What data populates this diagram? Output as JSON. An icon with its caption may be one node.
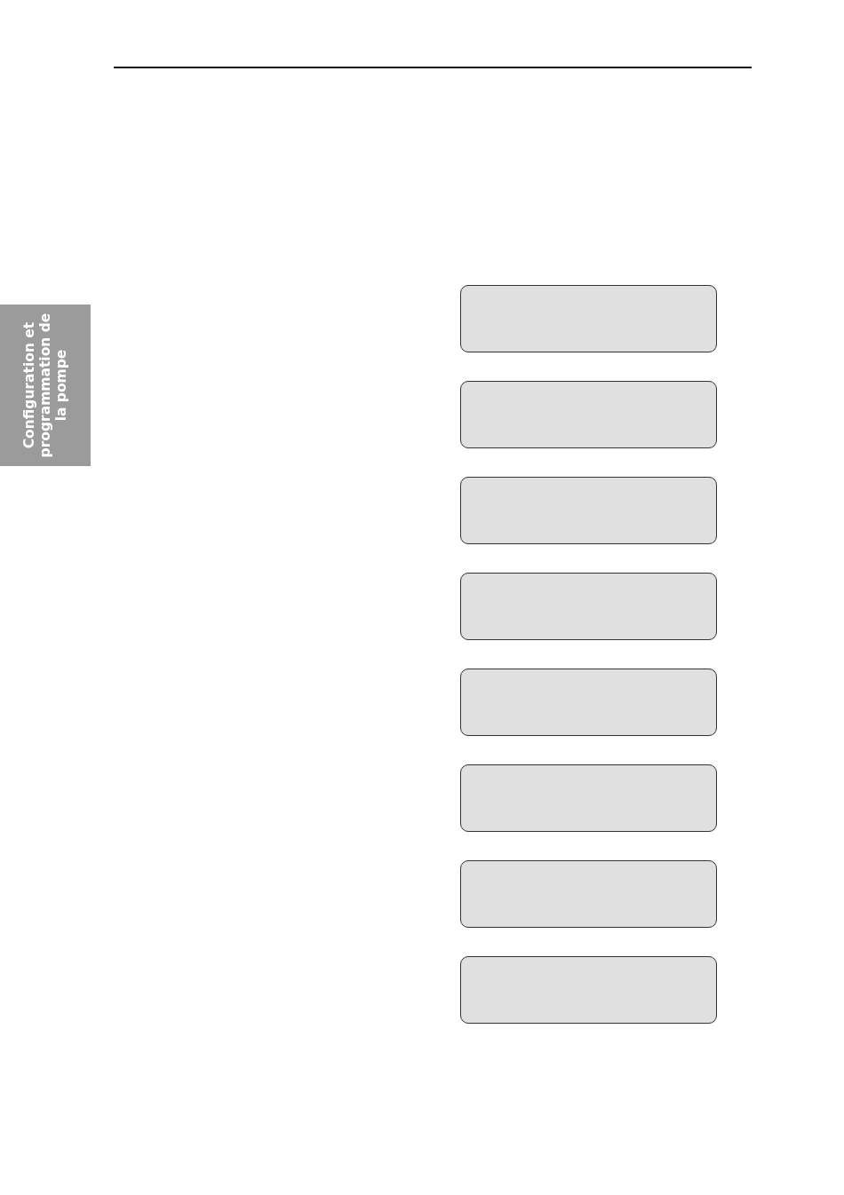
{
  "diagram": {
    "nodes": [
      {
        "text": [
          "Configuration et programmation de la pompe"
        ]
      },
      {
        "text": [],
        "shape": "box"
      },
      {
        "text": [],
        "shape": "box"
      },
      {
        "text": [],
        "shape": "box"
      },
      {
        "text": [],
        "shape": "box"
      },
      {
        "text": [],
        "shape": "box"
      },
      {
        "text": [],
        "shape": "box"
      },
      {
        "text": [],
        "shape": "box"
      },
      {
        "text": [],
        "shape": "box"
      }
    ]
  }
}
